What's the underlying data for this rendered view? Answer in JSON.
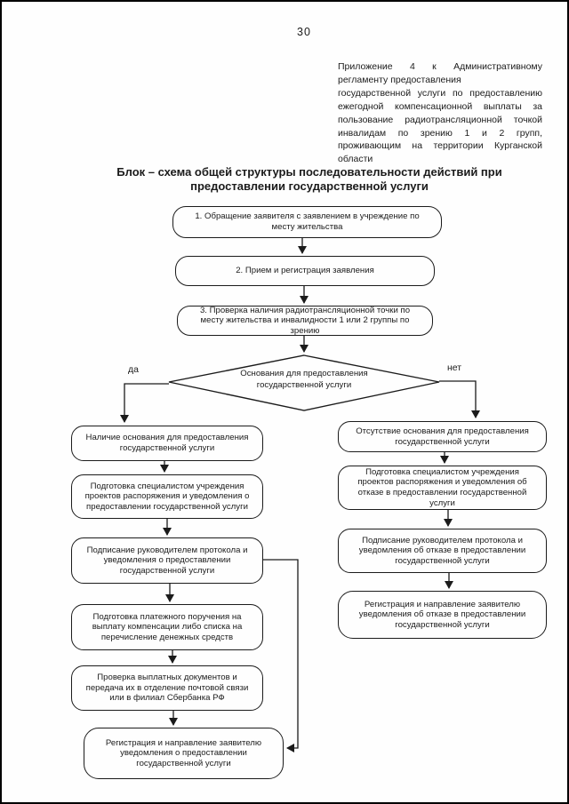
{
  "page_number": "30",
  "appendix": {
    "lines": [
      "Приложение 4 к Административному",
      "регламенту предоставления",
      "государственной услуги по предоставлению",
      "ежегодной компенсационной выплаты за",
      "пользование радиотрансляционной точкой",
      "инвалидам по зрению 1 и 2 групп,",
      "проживающим на территории Курганской",
      "области"
    ]
  },
  "title": {
    "lines": [
      "Блок – схема общей структуры последовательности действий при",
      "предоставлении государственной услуги"
    ]
  },
  "flowchart": {
    "top_steps": [
      {
        "text": "1. Обращение заявителя с заявлением в учреждение по месту жительства"
      },
      {
        "text": "2. Прием и регистрация заявления"
      },
      {
        "text": "3. Проверка наличия радиотрансляционной точки по месту жительства и инвалидности 1 или 2 группы по зрению"
      }
    ],
    "decision": {
      "text": "Основания для предоставления государственной услуги",
      "yes_label": "да",
      "no_label": "нет"
    },
    "left_branch": [
      {
        "text": "Наличие основания для предоставления государственной услуги"
      },
      {
        "text": "Подготовка специалистом учреждения проектов распоряжения и уведомления о предоставлении государственной услуги"
      },
      {
        "text": "Подписание руководителем протокола и уведомления о предоставлении государственной услуги"
      },
      {
        "text": "Подготовка платежного поручения на выплату компенсации либо списка на перечисление денежных средств"
      },
      {
        "text": "Проверка выплатных документов и передача их в отделение почтовой связи или в филиал Сбербанка РФ"
      },
      {
        "text": "Регистрация и направление заявителю уведомления о предоставлении государственной услуги"
      }
    ],
    "right_branch": [
      {
        "text": "Отсутствие основания для предоставления государственной услуги"
      },
      {
        "text": "Подготовка специалистом учреждения проектов распоряжения и уведомления об отказе в предоставлении государственной услуги"
      },
      {
        "text": "Подписание руководителем протокола и уведомления об отказе в предоставлении государственной услуги"
      },
      {
        "text": "Регистрация и направление заявителю уведомления об отказе в предоставлении государственной услуги"
      }
    ]
  }
}
